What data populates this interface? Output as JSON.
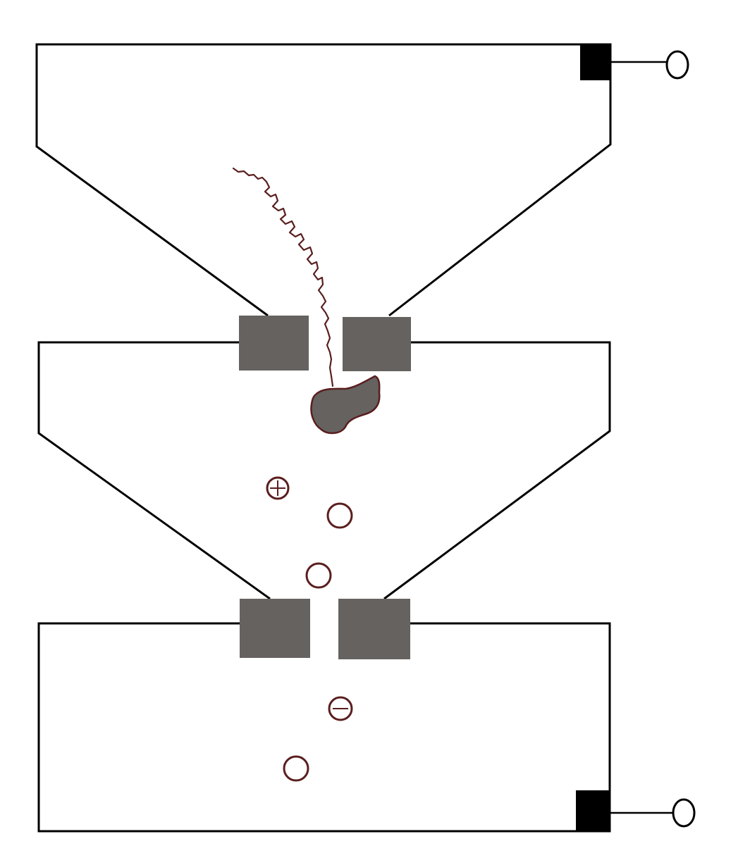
{
  "colors": {
    "outline": "#000000",
    "pore_block": "#656260",
    "electrode": "#000000",
    "molecule": "#656260",
    "molecule_outline": "#5a1e1e",
    "ion_outline": "#5a1e1e",
    "background": "#ffffff"
  },
  "chambers": [
    {
      "name": "upper-chamber"
    },
    {
      "name": "middle-chamber"
    },
    {
      "name": "lower-chamber"
    }
  ],
  "nanopores": [
    {
      "name": "upper-nanopore"
    },
    {
      "name": "lower-nanopore"
    }
  ],
  "electrodes": [
    {
      "name": "top-electrode"
    },
    {
      "name": "bottom-electrode"
    }
  ],
  "ions": [
    {
      "name": "ion-positive",
      "sign": "+"
    },
    {
      "name": "ion-neutral-1",
      "sign": ""
    },
    {
      "name": "ion-neutral-2",
      "sign": ""
    },
    {
      "name": "ion-negative",
      "sign": "-"
    },
    {
      "name": "ion-neutral-3",
      "sign": ""
    }
  ]
}
